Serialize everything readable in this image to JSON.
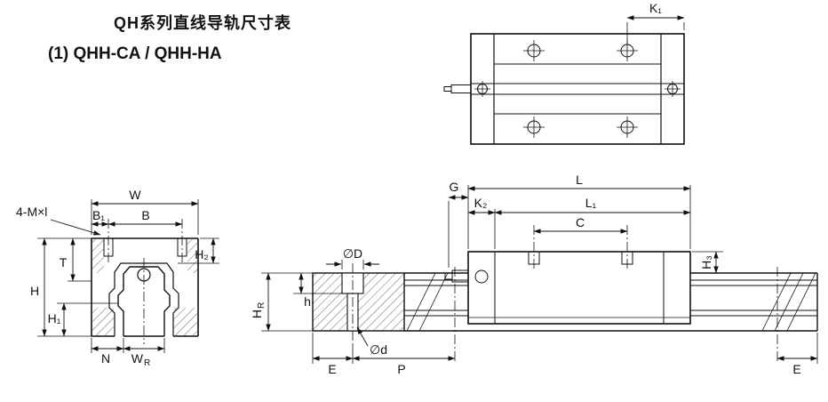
{
  "header": {
    "title": "QH系列直线导轨尺寸表",
    "subtitle": "(1) QHH-CA / QHH-HA"
  },
  "labels": {
    "k1": "K₁",
    "fourMl": "4-M×l",
    "w": "W",
    "b1": "B₁",
    "b": "B",
    "h2": "H₂",
    "t": "T",
    "h": "H",
    "h1": "H₁",
    "n": "N",
    "wr_main": "W",
    "wr_sub": "R",
    "g": "G",
    "l": "L",
    "k2": "K₂",
    "l1": "L₁",
    "c": "C",
    "h3": "H₃",
    "dD": "∅D",
    "dd": "∅d",
    "hsmall": "h",
    "hr_main": "H",
    "hr_sub": "R",
    "e_left": "E",
    "p": "P",
    "e_right": "E"
  }
}
